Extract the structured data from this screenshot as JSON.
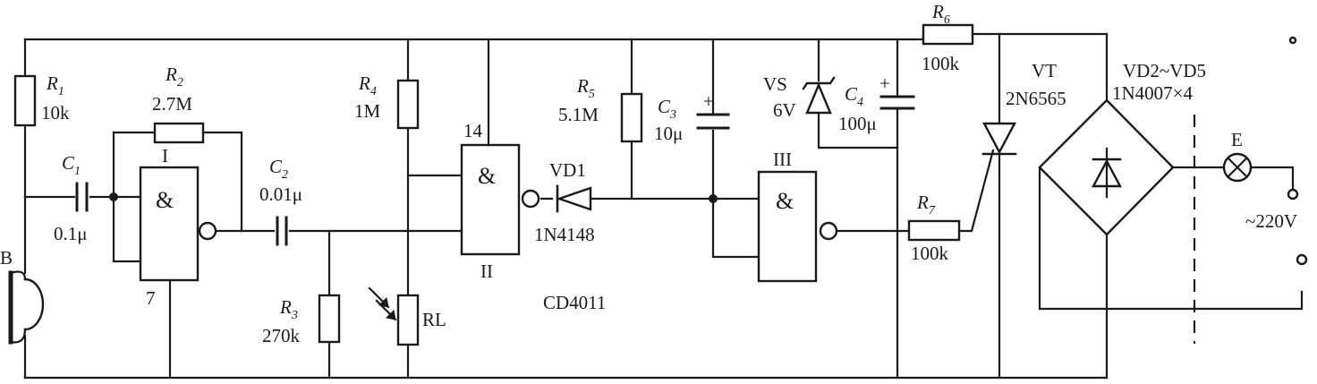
{
  "components": {
    "r1": {
      "ref": "R",
      "sub": "1",
      "value": "10k"
    },
    "r2": {
      "ref": "R",
      "sub": "2",
      "value": "2.7M"
    },
    "r3": {
      "ref": "R",
      "sub": "3",
      "value": "270k"
    },
    "r4": {
      "ref": "R",
      "sub": "4",
      "value": "1M"
    },
    "r5": {
      "ref": "R",
      "sub": "5",
      "value": "5.1M"
    },
    "r6": {
      "ref": "R",
      "sub": "6",
      "value": "100k"
    },
    "r7": {
      "ref": "R",
      "sub": "7",
      "value": "100k"
    },
    "c1": {
      "ref": "C",
      "sub": "1",
      "value": "0.1μ"
    },
    "c2": {
      "ref": "C",
      "sub": "2",
      "value": "0.01μ"
    },
    "c3": {
      "ref": "C",
      "sub": "3",
      "value": "10μ",
      "polarity": "+"
    },
    "c4": {
      "ref": "C",
      "sub": "4",
      "value": "100μ",
      "polarity": "+"
    },
    "vs": {
      "ref": "VS",
      "value": "6V"
    },
    "vd1": {
      "ref": "VD1",
      "value": "1N4148"
    },
    "vt": {
      "ref": "VT",
      "value": "2N6565"
    },
    "bridge": {
      "ref": "VD2~VD5",
      "value": "1N4007×4"
    },
    "lamp": {
      "ref": "E"
    },
    "mic": {
      "ref": "B"
    },
    "rl": {
      "ref": "RL"
    },
    "mains": {
      "label": "~220V"
    },
    "ic": {
      "label": "CD4011"
    }
  },
  "gates": {
    "g1": {
      "label": "I",
      "symbol": "&",
      "pin": "7"
    },
    "g2": {
      "label": "II",
      "symbol": "&",
      "pin": "14"
    },
    "g3": {
      "label": "III",
      "symbol": "&"
    }
  }
}
